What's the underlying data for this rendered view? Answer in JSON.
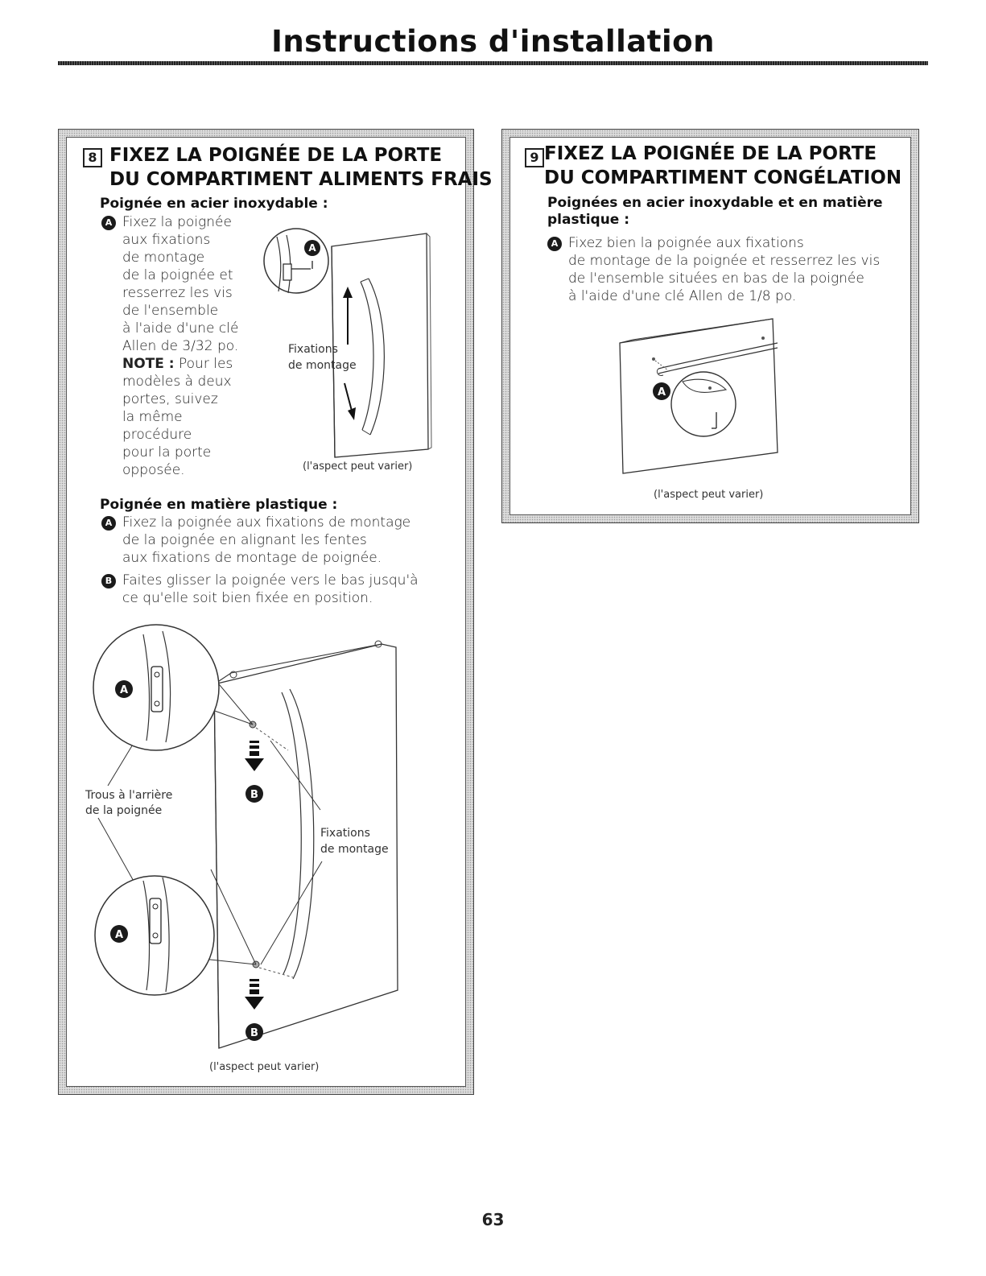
{
  "page": {
    "title": "Instructions d'installation",
    "page_number": "63"
  },
  "step8": {
    "number": "8",
    "heading_line1": "FIXEZ LA POIGNÉE DE LA PORTE",
    "heading_line2": "DU COMPARTIMENT ALIMENTS FRAIS",
    "stainless": {
      "subheading": "Poignée en acier inoxydable :",
      "bullet": "A",
      "lines": [
        "Fixez la poignée",
        "aux fixations",
        "de montage",
        "de la poignée et",
        "resserrez les vis",
        "de l'ensemble",
        "à l'aide d'une clé",
        "Allen de 3/32 po."
      ],
      "note_label": "NOTE :",
      "note_first": " Pour les",
      "note_lines": [
        "modèles à deux",
        "portes, suivez",
        "la même",
        "procédure",
        "pour la porte",
        "opposée."
      ],
      "callout_line1": "Fixations",
      "callout_line2": "de montage",
      "callout_letter": "A",
      "caption": "(l'aspect peut varier)"
    },
    "plastic": {
      "subheading": "Poignée en matière plastique :",
      "item_a_bullet": "A",
      "item_a_lines": [
        "Fixez la poignée aux fixations de montage",
        "de la poignée en alignant les fentes",
        "aux fixations de montage de poignée."
      ],
      "item_b_bullet": "B",
      "item_b_lines": [
        "Faites glisser la poignée vers le bas jusqu'à",
        "ce qu'elle soit bien fixée en position."
      ],
      "holes_line1": "Trous à l'arrière",
      "holes_line2": "de la poignée",
      "fix_line1": "Fixations",
      "fix_line2": "de montage",
      "letter_a": "A",
      "letter_b": "B",
      "caption": "(l'aspect peut varier)"
    }
  },
  "step9": {
    "number": "9",
    "heading_line1": "FIXEZ LA POIGNÉE DE LA PORTE",
    "heading_line2": "DU COMPARTIMENT CONGÉLATION",
    "subheading_line1": "Poignées en acier inoxydable et en matière",
    "subheading_line2": "plastique :",
    "bullet": "A",
    "lines": [
      "Fixez bien la poignée aux fixations",
      "de montage de la poignée et resserrez les vis",
      "de l'ensemble situées en bas de la poignée",
      "à l'aide d'une clé Allen de 1/8 po."
    ],
    "letter_a": "A",
    "caption": "(l'aspect peut varier)"
  }
}
